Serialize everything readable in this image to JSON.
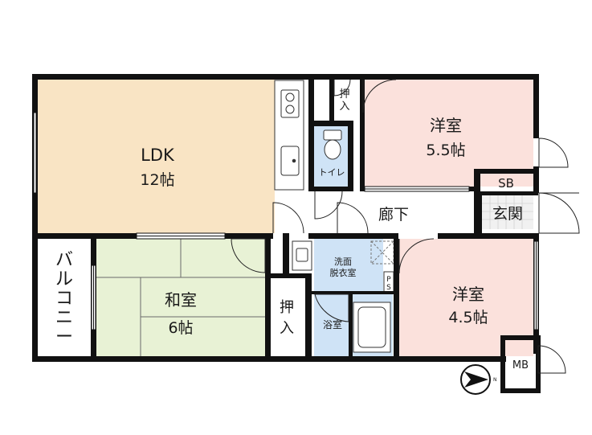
{
  "rooms": {
    "ldk": {
      "name": "LDK",
      "size": "12帖"
    },
    "washitsu": {
      "name": "和室",
      "size": "6帖"
    },
    "yoshitsu_top": {
      "name": "洋室",
      "size": "5.5帖"
    },
    "yoshitsu_bottom": {
      "name": "洋室",
      "size": "4.5帖"
    },
    "toilet": {
      "name": "トイレ"
    },
    "washroom": {
      "name_line1": "洗面",
      "name_line2": "脱衣室"
    },
    "bathroom": {
      "name": "浴室"
    },
    "corridor": {
      "name": "廊下"
    },
    "entrance": {
      "name": "玄関"
    },
    "balcony": {
      "name": "バルコニー"
    },
    "closet_top": {
      "name": "押入"
    },
    "closet_washitsu": {
      "name": "押入"
    }
  },
  "labels": {
    "sb": "SB",
    "mb": "MB",
    "ps_p": "P",
    "ps_s": "S",
    "north": "N"
  },
  "colors": {
    "ldk": "#f9e4c4",
    "washitsu": "#e8f2d5",
    "yoshitsu": "#fbe1dc",
    "wet": "#cfe3f6",
    "corridor": "#ffffff",
    "wall": "#111111"
  }
}
